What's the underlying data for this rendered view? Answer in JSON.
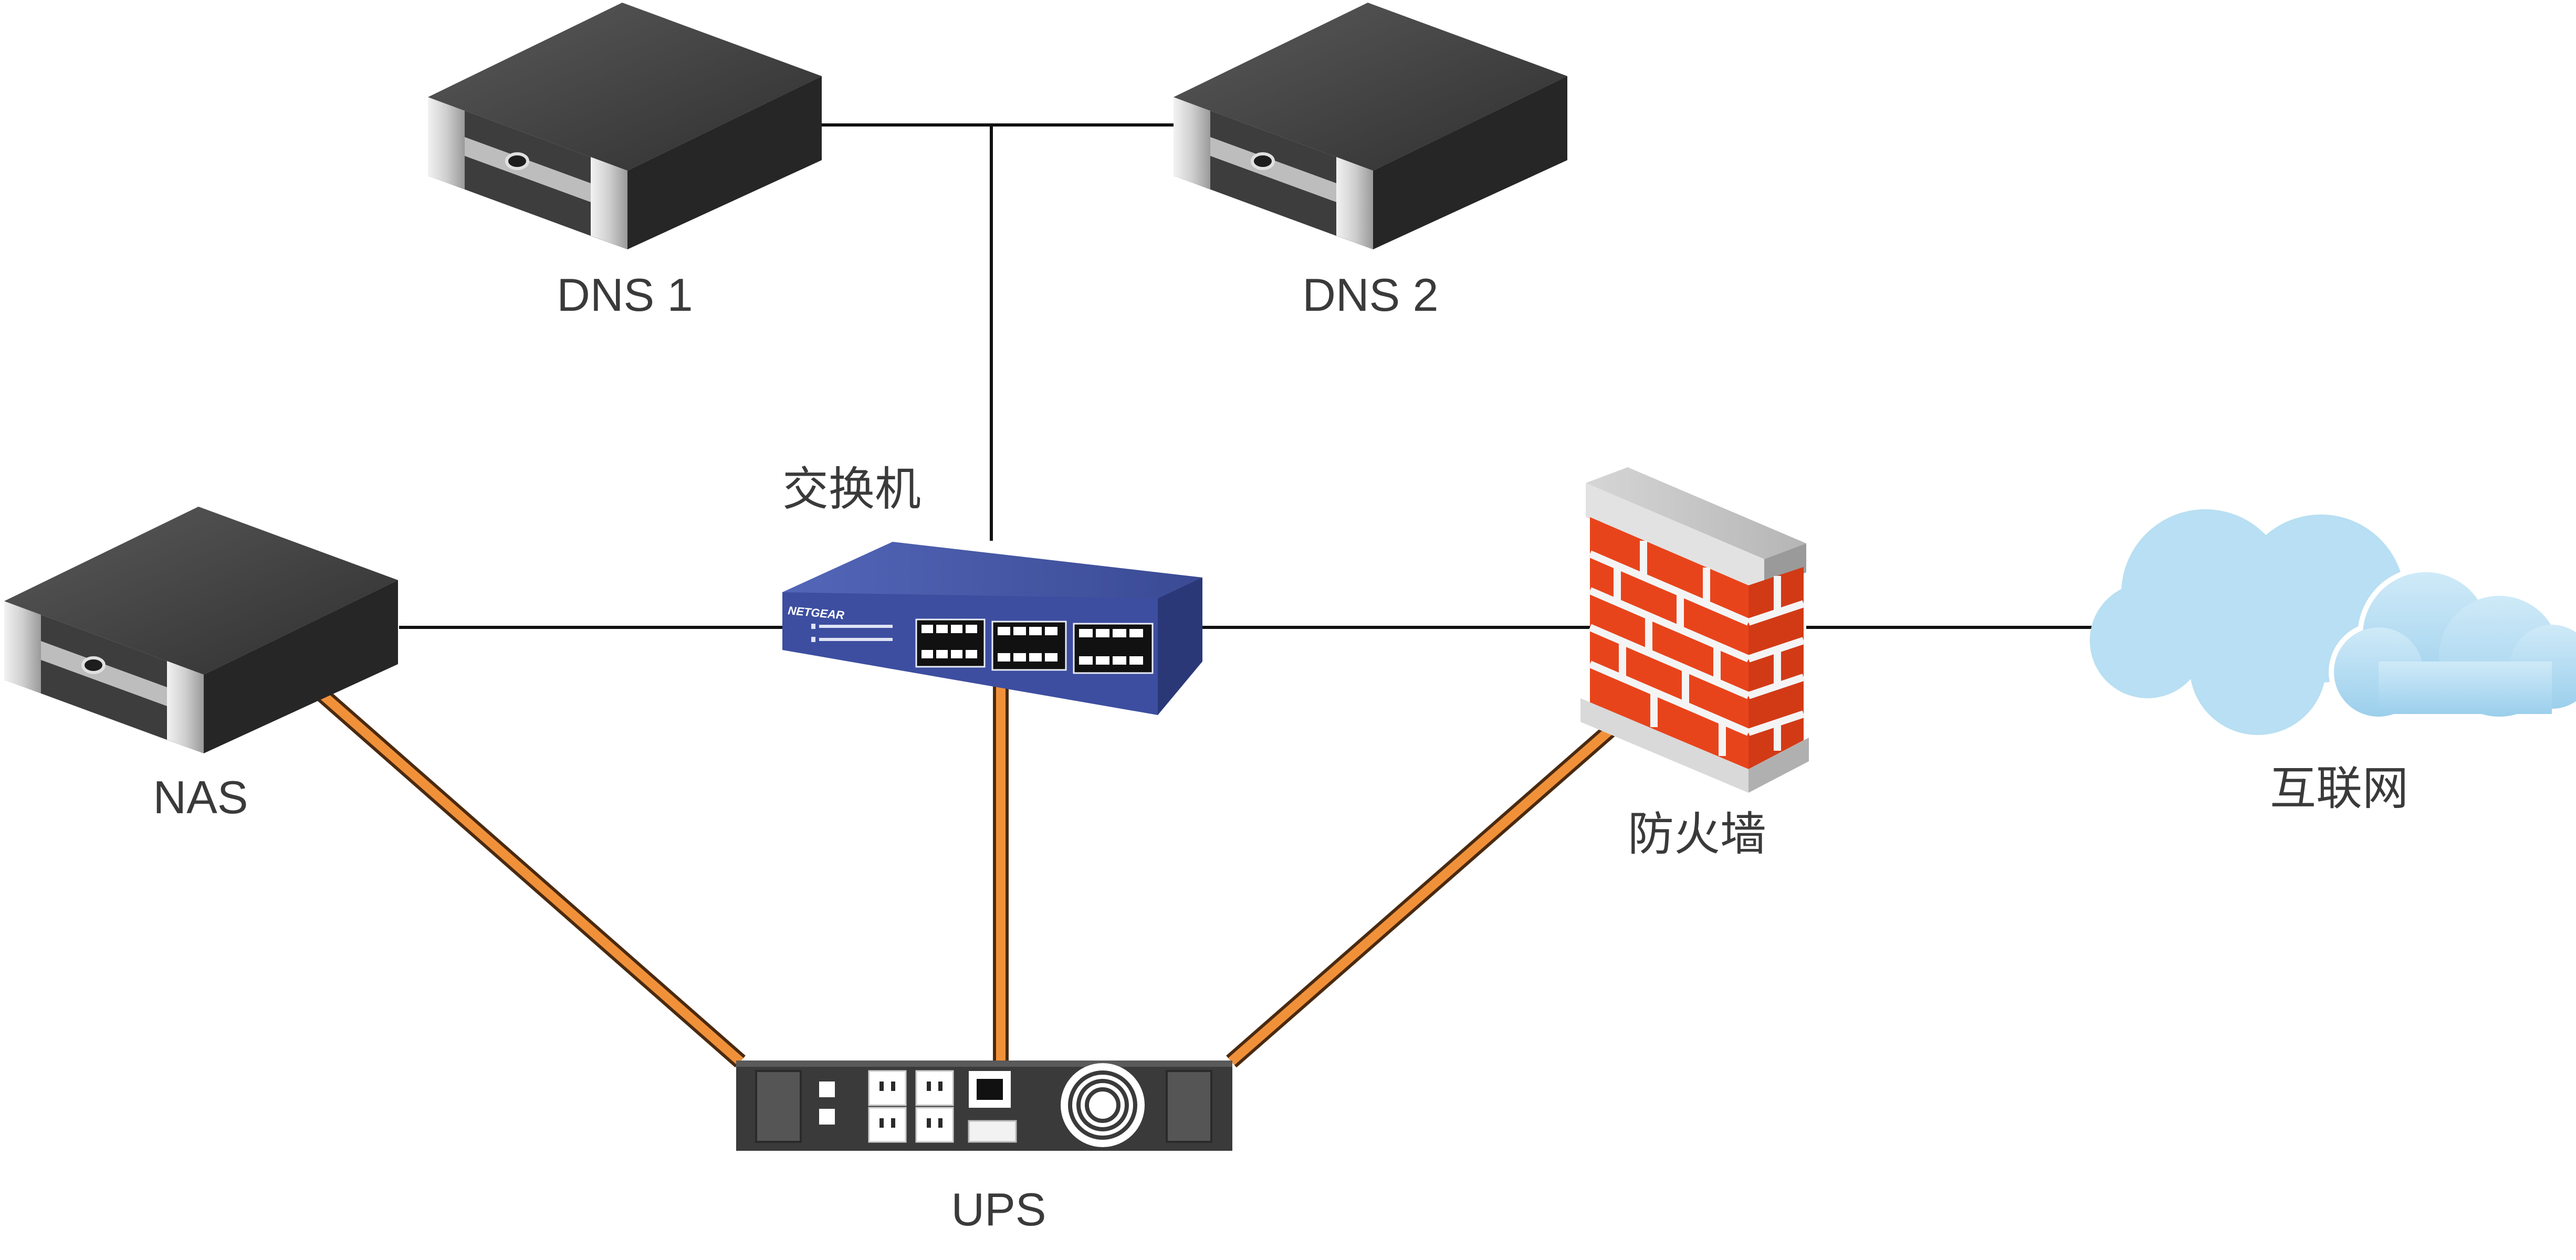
{
  "diagram": {
    "nodes": [
      {
        "id": "dns1",
        "label": "DNS 1",
        "icon": "server-icon"
      },
      {
        "id": "dns2",
        "label": "DNS 2",
        "icon": "server-icon"
      },
      {
        "id": "nas",
        "label": "NAS",
        "icon": "server-icon"
      },
      {
        "id": "switch",
        "label": "交换机",
        "icon": "network-switch-icon",
        "brand": "NETGEAR"
      },
      {
        "id": "firewall",
        "label": "防火墙",
        "icon": "brick-firewall-icon"
      },
      {
        "id": "internet",
        "label": "互联网",
        "icon": "cloud-icon"
      },
      {
        "id": "ups",
        "label": "UPS",
        "icon": "ups-power-unit-icon"
      }
    ],
    "network_links": [
      {
        "from": "dns1",
        "to": "switch"
      },
      {
        "from": "dns2",
        "to": "switch"
      },
      {
        "from": "nas",
        "to": "switch"
      },
      {
        "from": "switch",
        "to": "firewall"
      },
      {
        "from": "firewall",
        "to": "internet"
      }
    ],
    "power_links": [
      {
        "from": "ups",
        "to": "nas"
      },
      {
        "from": "ups",
        "to": "switch"
      },
      {
        "from": "ups",
        "to": "firewall"
      }
    ],
    "colors": {
      "network_link": "#111111",
      "power_cable": "#f0913a",
      "server_body": "#3b3b3b",
      "switch_body": "#3f4f9c",
      "brick": "#e8441c",
      "cloud": "#a8d6f0",
      "label_text": "#3a3a3a"
    }
  }
}
